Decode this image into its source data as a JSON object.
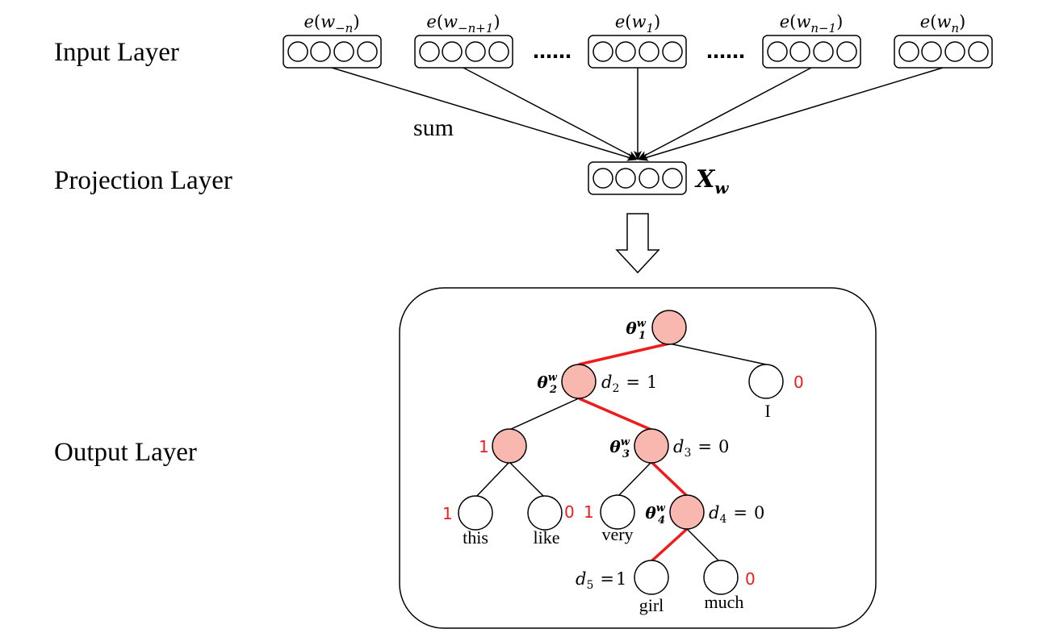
{
  "layers": {
    "input": "Input Layer",
    "projection": "Projection Layer",
    "output": "Output Layer"
  },
  "sum_label": "sum",
  "ellipsis": "……",
  "embeddings": [
    {
      "func": "e",
      "var": "w",
      "sub": "−n"
    },
    {
      "func": "e",
      "var": "w",
      "sub": "−n+1"
    },
    {
      "func": "e",
      "var": "w",
      "sub": "1"
    },
    {
      "func": "e",
      "var": "w",
      "sub": "n−1"
    },
    {
      "func": "e",
      "var": "w",
      "sub": "n"
    }
  ],
  "projection": {
    "var": "X",
    "sub": "w"
  },
  "theta": {
    "symbol": "θ",
    "sup": "w",
    "subs": [
      "1",
      "2",
      "3",
      "4"
    ]
  },
  "codes": [
    {
      "var": "d",
      "sub": "2",
      "eq": "=",
      "val": "1"
    },
    {
      "var": "d",
      "sub": "3",
      "eq": "=",
      "val": "0"
    },
    {
      "var": "d",
      "sub": "4",
      "eq": "=",
      "val": "0"
    },
    {
      "var": "d",
      "sub": "5",
      "eq": "=",
      "val": "1"
    }
  ],
  "branch_labels": {
    "i_leaf": "0",
    "left_inner": "1",
    "this_leaf": "1",
    "like_leaf": "0",
    "very_leaf": "1",
    "much_leaf": "0"
  },
  "words": {
    "i": "I",
    "this": "this",
    "like": "like",
    "very": "very",
    "girl": "girl",
    "much": "much"
  },
  "colors": {
    "highlight_node": "#f8b8b0",
    "highlight_edge": "#ee1c1c",
    "code_red": "#ee1c1c",
    "line": "#000000"
  }
}
